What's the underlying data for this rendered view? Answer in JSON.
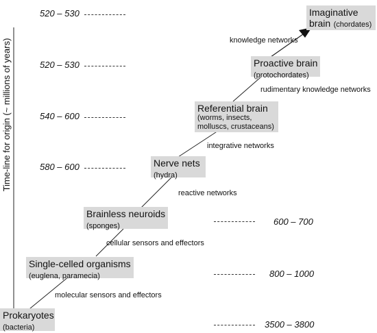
{
  "axis_label": "Time-line for origin (~ millions of years)",
  "times": {
    "t1": "520 – 530",
    "t2": "520 – 530",
    "t3": "540 – 600",
    "t4": "580 – 600",
    "t5": "600 – 700",
    "t6": "800 – 1000",
    "t7": "3500 – 3800"
  },
  "stages": {
    "imaginative": {
      "title": "Imaginative",
      "title2": "brain",
      "sub": "(chordates)"
    },
    "proactive": {
      "title": "Proactive brain",
      "sub": "(protochordates)"
    },
    "referential": {
      "title": "Referential brain",
      "sub1": "(worms, insects,",
      "sub2": "molluscs, crustaceans)"
    },
    "nerve": {
      "title": "Nerve nets",
      "sub": "(hydra)"
    },
    "brainless": {
      "title": "Brainless neuroids",
      "sub": "(sponges)"
    },
    "single": {
      "title": "Single-celled organisms",
      "sub": "(euglena, paramecia)"
    },
    "prokaryotes": {
      "title": "Prokaryotes",
      "sub": "(bacteria)"
    }
  },
  "edges": {
    "e1": "knowledge networks",
    "e2": "rudimentary knowledge networks",
    "e3": "integrative networks",
    "e4": "reactive networks",
    "e5": "cellular sensors and effectors",
    "e6": "molecular sensors and effectors"
  }
}
